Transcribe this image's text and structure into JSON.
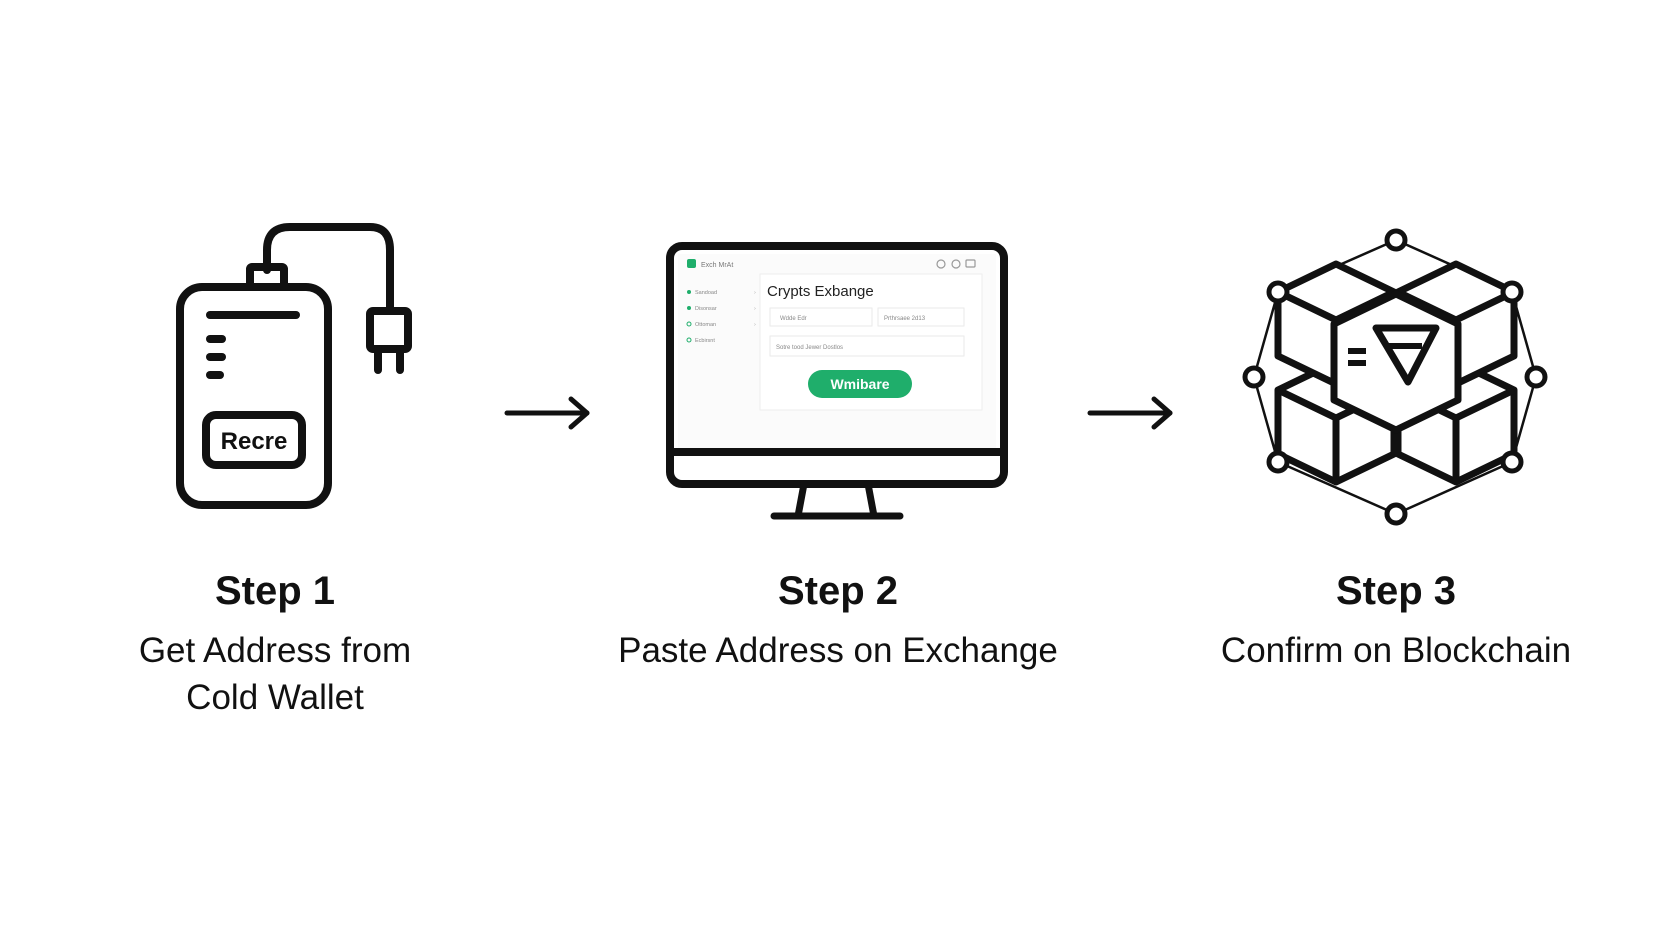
{
  "steps": [
    {
      "title": "Step 1",
      "description_lines": [
        "Get Address from",
        "Cold Wallet"
      ],
      "icon": "cold-wallet-device-icon",
      "device_label": "Recre"
    },
    {
      "title": "Step 2",
      "description_lines": [
        "Paste Address on Exchange"
      ],
      "icon": "monitor-exchange-icon",
      "screen": {
        "app_title": "Crypts Exbange",
        "header_label": "Exch MrAt",
        "sidebar_items": [
          "Sandoad",
          "Disonsar",
          "Ottoman",
          "Ecbirsnt"
        ],
        "field_1": "Wdde Edr",
        "field_2": "Prthrsaee 2d13",
        "field_3": "Sotre tood Jewer Dostlos",
        "button_label": "Wmibare"
      }
    },
    {
      "title": "Step 3",
      "description_lines": [
        "Confirm on Blockchain"
      ],
      "icon": "blockchain-network-icon"
    }
  ],
  "arrows": [
    "arrow-right-icon",
    "arrow-right-icon"
  ],
  "colors": {
    "ink": "#111111",
    "accent_green": "#1fae6b",
    "background": "#ffffff"
  }
}
